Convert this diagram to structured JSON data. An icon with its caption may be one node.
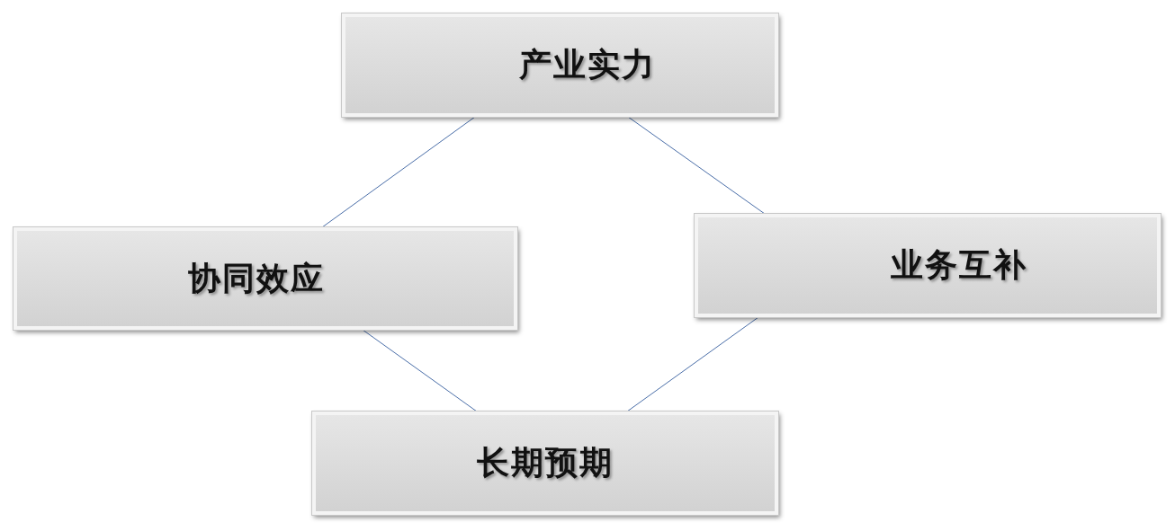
{
  "diagram": {
    "nodes": [
      {
        "text": [
          "产业实力"
        ]
      },
      {
        "text": [
          "协同效应"
        ]
      },
      {
        "text": [
          "业务互补"
        ]
      },
      {
        "text": [
          "长期预期"
        ]
      }
    ],
    "edges": [
      {
        "from": 0,
        "to": 1,
        "arrow": "none"
      },
      {
        "from": 0,
        "to": 2,
        "arrow": "none"
      },
      {
        "from": 1,
        "to": 3,
        "arrow": "none"
      },
      {
        "from": 2,
        "to": 3,
        "arrow": "none"
      }
    ]
  }
}
